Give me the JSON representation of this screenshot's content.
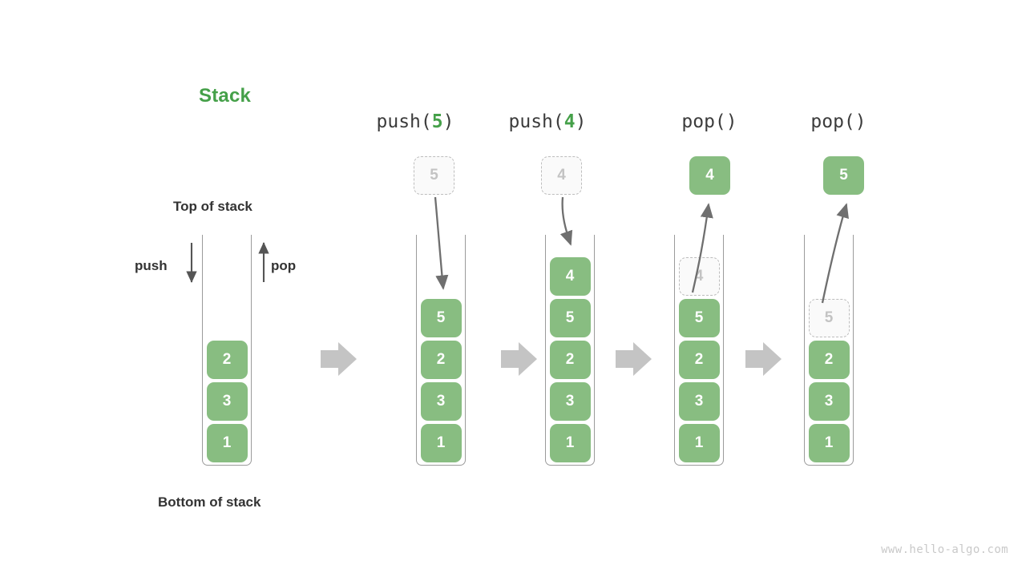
{
  "title": "Stack",
  "labels": {
    "top_of_stack": "Top of stack",
    "bottom_of_stack": "Bottom of stack",
    "push": "push",
    "pop": "pop"
  },
  "colors": {
    "accent_green": "#45a049",
    "cell_green": "#88bd81",
    "ghost_border": "#bdbdbd",
    "ghost_text": "#c3c3c3",
    "wall_gray": "#9b9b9b",
    "transition_arrow": "#c4c4c4",
    "curve_arrow": "#6f6f6f",
    "watermark": "#c9c9c9"
  },
  "initial_stack": {
    "name": "initial-stack",
    "cells": [
      "1",
      "3",
      "2"
    ]
  },
  "steps": [
    {
      "caption_prefix": "push(",
      "caption_arg": "5",
      "caption_suffix": ")",
      "caption_full": "push(5)",
      "operation": "push",
      "float_value": "5",
      "float_kind": "ghost",
      "cells": [
        "1",
        "3",
        "2",
        "5"
      ],
      "ghost_top": null
    },
    {
      "caption_prefix": "push(",
      "caption_arg": "4",
      "caption_suffix": ")",
      "caption_full": "push(4)",
      "operation": "push",
      "float_value": "4",
      "float_kind": "ghost",
      "cells": [
        "1",
        "3",
        "2",
        "5",
        "4"
      ],
      "ghost_top": null
    },
    {
      "caption_prefix": "pop(",
      "caption_arg": "",
      "caption_suffix": ")",
      "caption_full": "pop()",
      "operation": "pop",
      "float_value": "4",
      "float_kind": "solid",
      "cells": [
        "1",
        "3",
        "2",
        "5"
      ],
      "ghost_top": "4"
    },
    {
      "caption_prefix": "pop(",
      "caption_arg": "",
      "caption_suffix": ")",
      "caption_full": "pop()",
      "operation": "pop",
      "float_value": "5",
      "float_kind": "solid",
      "cells": [
        "1",
        "3",
        "2"
      ],
      "ghost_top": "5"
    }
  ],
  "transition_arrows": 4,
  "watermark": "www.hello-algo.com"
}
